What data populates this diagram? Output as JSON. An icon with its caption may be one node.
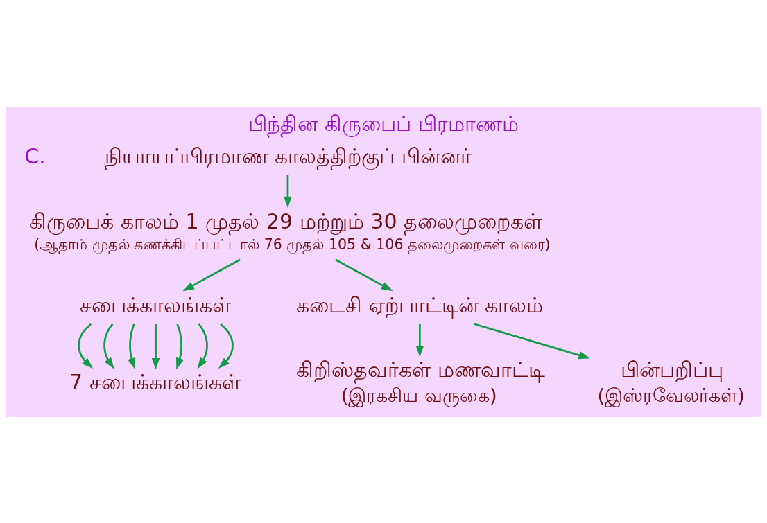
{
  "diagram": {
    "title": "பிந்தின கிருபைப் பிரமாணம்",
    "nodes": [
      {
        "text": [
          "நியாயப்பிரமாண காலத்திற்குப் பின்னர்"
        ]
      },
      {
        "text": [
          "கிருபைக் காலம் 1 முதல் 29 மற்றும் 30 தலைமுறைகள்",
          "(ஆதாம் முதல் கணக்கிடப்பட்டால் 76 முதல் 105 & 106 தலைமுறைகள் வரை)"
        ]
      },
      {
        "text": [
          "சபைக்காலங்கள்"
        ]
      },
      {
        "text": [
          "கடைசி ஏற்பாட்டின் காலம்"
        ]
      },
      {
        "text": [
          "7 சபைக்காலங்கள்"
        ]
      },
      {
        "text": [
          "கிறிஸ்தவர்கள் மணவாட்டி",
          "(இரகசிய வருகை)"
        ]
      },
      {
        "text": [
          "பின்பறிப்பு",
          "(இஸ்ரவேலர்கள்)"
        ]
      }
    ],
    "edges": [
      {
        "from": 0,
        "to": 1,
        "arrow": "to"
      },
      {
        "from": 1,
        "to": 2,
        "arrow": "to"
      },
      {
        "from": 1,
        "to": 3,
        "arrow": "to"
      },
      {
        "from": 2,
        "to": 4,
        "arrow": "to"
      },
      {
        "from": 2,
        "to": 4,
        "arrow": "to"
      },
      {
        "from": 2,
        "to": 4,
        "arrow": "to"
      },
      {
        "from": 2,
        "to": 4,
        "arrow": "to"
      },
      {
        "from": 2,
        "to": 4,
        "arrow": "to"
      },
      {
        "from": 2,
        "to": 4,
        "arrow": "to"
      },
      {
        "from": 2,
        "to": 4,
        "arrow": "to"
      },
      {
        "from": 3,
        "to": 5,
        "arrow": "to"
      },
      {
        "from": 3,
        "to": 6,
        "arrow": "to"
      }
    ],
    "labels": [
      "C."
    ]
  }
}
